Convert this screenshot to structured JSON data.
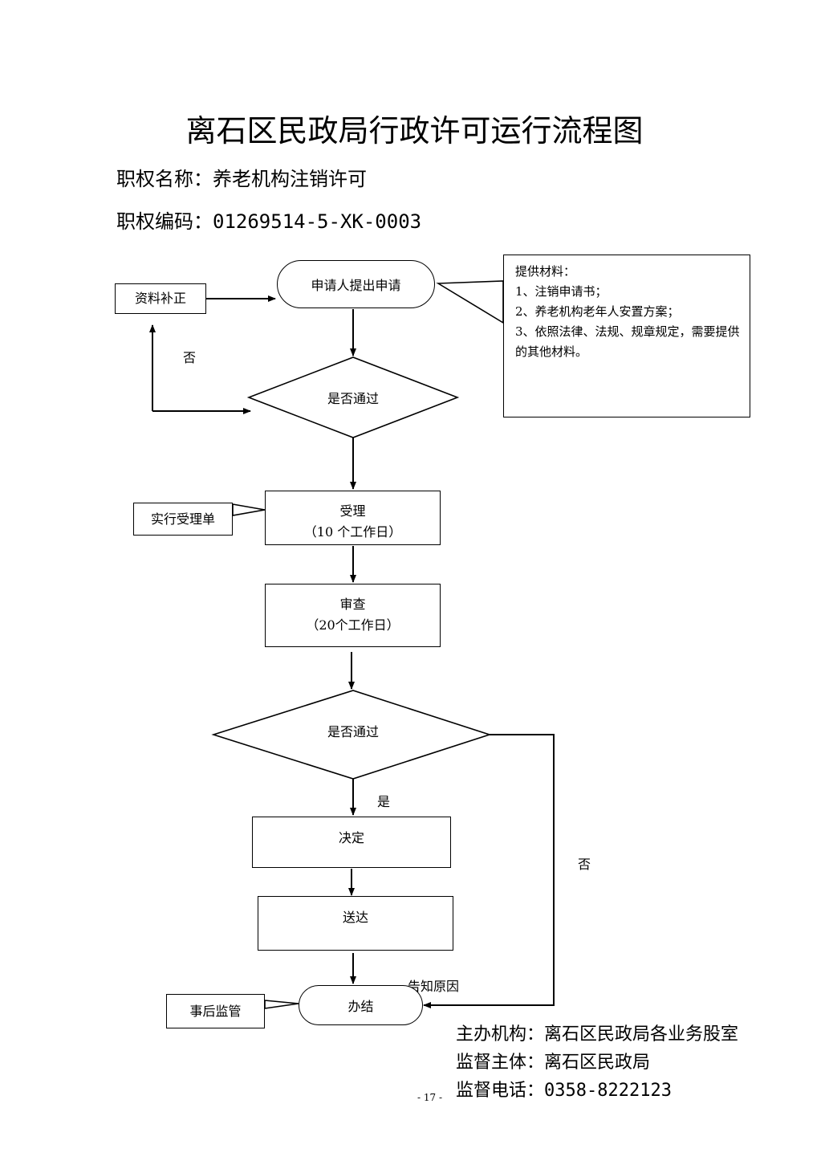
{
  "title": "离石区民政局行政许可运行流程图",
  "power_name": {
    "label": "职权名称：",
    "value": "养老机构注销许可"
  },
  "power_code": {
    "label": "职权编码：",
    "value": "01269514-5-XK-0003"
  },
  "nodes": {
    "apply": "申请人提出申请",
    "supplement": "资料补正",
    "check1": "是否通过",
    "accept": "受理",
    "accept_time": "（10 个工作日）",
    "accept_form": "实行受理单",
    "review": "审查",
    "review_time": "（20个工作日）",
    "check2": "是否通过",
    "decide": "决定",
    "deliver": "送达",
    "finish": "办结",
    "supervise": "事后监管"
  },
  "labels": {
    "no1": "否",
    "yes": "是",
    "no2": "否",
    "notify": "告知原因"
  },
  "materials": {
    "heading": "提供材料：",
    "items": [
      "1、注销申请书；",
      "2、养老机构老年人安置方案；",
      "3、依照法律、法规、规章规定，需要提供的其他材料。"
    ]
  },
  "footer": {
    "org_label": "主办机构：",
    "org": "离石区民政局各业务股室",
    "sup_label": "监督主体：",
    "sup": "离石区民政局",
    "tel_label": "监督电话：",
    "tel": "0358-8222123"
  },
  "page_number": "- 17 -"
}
